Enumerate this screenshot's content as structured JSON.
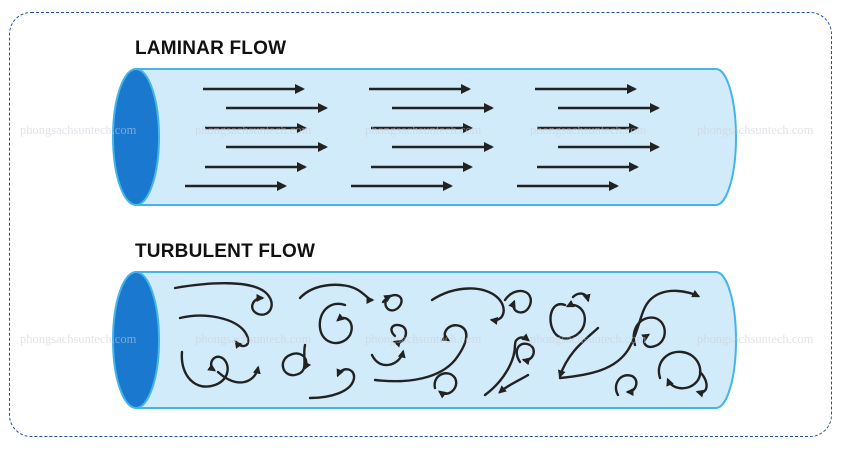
{
  "diagram": {
    "laminar_title": "LAMINAR FLOW",
    "turbulent_title": "TURBULENT FLOW"
  },
  "watermark": {
    "text": "phongsachsuntech.com"
  },
  "colors": {
    "pipe_fill": "#cfe9f9",
    "pipe_stroke": "#41b4ea",
    "pipe_end": "#1c7bd0",
    "arrow": "#222222",
    "frame_border": "#1f4fa8"
  }
}
